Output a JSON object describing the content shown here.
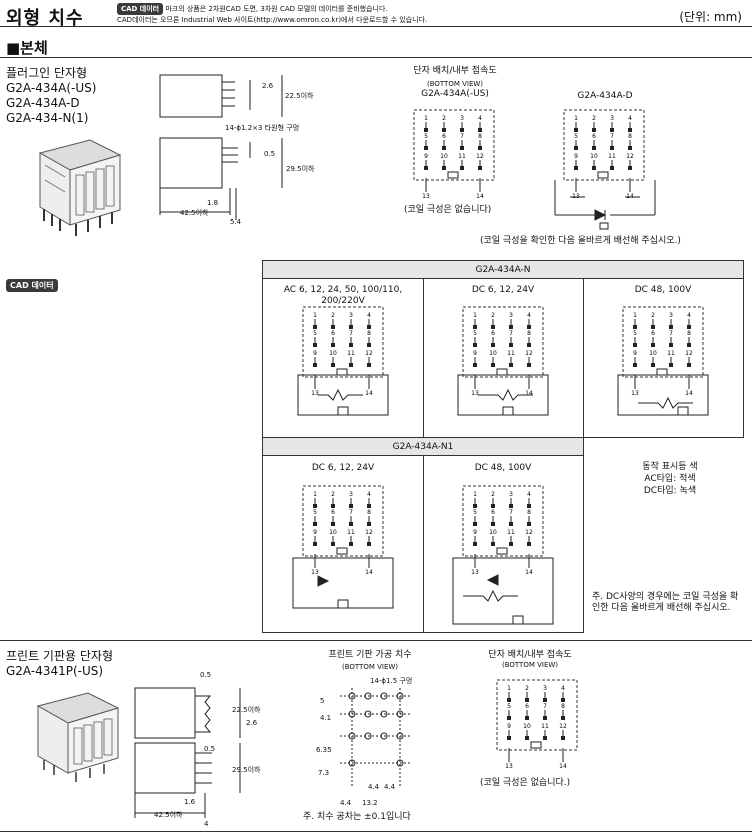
{
  "header": {
    "title": "외형 치수",
    "cad_badge": "CAD 데이터",
    "cad_note_line1": "마크의 상품은 2차원CAD 도면, 3차원 CAD 모델의 데이터를 준비했습니다.",
    "cad_note_line2_badge": "CAD데이터는 오므론 Industrial Web 사이트(http://www.omron.co.kr)에서 다운로드할 수 있습니다.",
    "unit": "(단위: mm)"
  },
  "body_section": {
    "title": "■본체",
    "plugin_type": {
      "label": "플러그인 단자형",
      "models": [
        "G2A-434A(-US)",
        "G2A-434A-D",
        "G2A-434-N(1)"
      ],
      "dims": {
        "d1": "2.6",
        "d2": "22.5이하",
        "d3": "14-ϕ1.2×3 타원형 구멍",
        "d4": "0.5",
        "d5": "29.5이하",
        "d6": "1.8",
        "d7": "42.5이하",
        "d8": "5.4"
      },
      "terminal_title": "단자 배치/내부 접속도",
      "bottom_view": "(BOTTOM VIEW)",
      "model_a": "G2A-434A(-US)",
      "model_d": "G2A-434A-D",
      "no_polarity": "(코일 극성은 없습니다)",
      "check_polarity": "(코일 극성을 확인한 다음 올바르게 배선해 주십시오.)"
    },
    "cad_badge2": "CAD 데이터",
    "table": {
      "n_title": "G2A-434A-N",
      "n_cols": [
        "AC 6, 12, 24, 50, 100/110, 200/220V",
        "DC 6, 12, 24V",
        "DC 48, 100V"
      ],
      "n1_title": "G2A-434A-N1",
      "n1_cols": [
        "DC 6, 12, 24V",
        "DC 48, 100V"
      ],
      "led_title": "동작 표시등 색",
      "led_ac": "AC타입: 적색",
      "led_dc": "DC타입: 녹색",
      "note": "주.  DC사양의 경우에는 코일 극성을 확인한 다음 올바르게 배선해 주십시오."
    }
  },
  "pcb_section": {
    "label": "프린트 기판용 단자형",
    "model": "G2A-4341P(-US)",
    "dims": {
      "d1": "0.5",
      "d2": "22.5이하",
      "d3": "2.6",
      "d4": "0.5",
      "d5": "29.5이하",
      "d6": "1.6",
      "d7": "42.5이하",
      "d8": "4"
    },
    "pcb_title": "프린트 기판 가공 치수",
    "pcb_bottom": "(BOTTOM VIEW)",
    "pcb_hole": "14-ϕ1.5 구멍",
    "pcb_dims": [
      "5",
      "4.1",
      "6.35",
      "7.3",
      "4.4",
      "4.4",
      "4.4",
      "13.2"
    ],
    "pcb_note": "주.  치수 공차는 ±0.1입니다",
    "terminal_title": "단자 배치/내부 접속도",
    "bottom_view": "(BOTTOM VIEW)",
    "no_polarity": "(코일 극성은 없습니다.)"
  },
  "terminal_numbers": [
    "1",
    "2",
    "3",
    "4",
    "5",
    "6",
    "7",
    "8",
    "9",
    "10",
    "11",
    "12",
    "13",
    "14"
  ]
}
